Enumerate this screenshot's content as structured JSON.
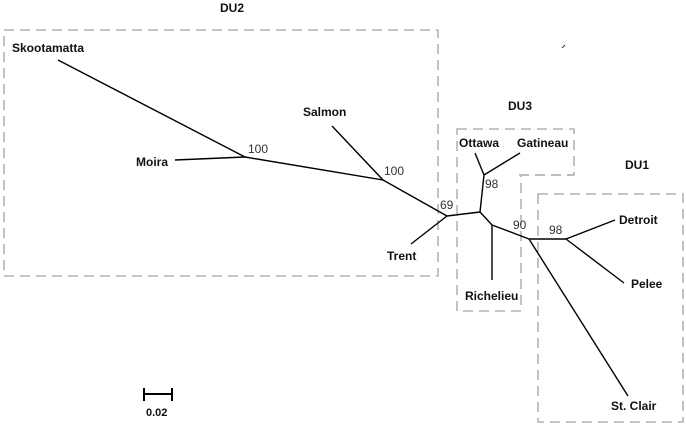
{
  "figure": {
    "type": "unrooted phylogenetic tree",
    "groups": [
      {
        "id": "du2",
        "label": "DU2"
      },
      {
        "id": "du3",
        "label": "DU3"
      },
      {
        "id": "du1",
        "label": "DU1"
      }
    ],
    "taxa": [
      {
        "id": "skootamatta",
        "label": "Skootamatta",
        "group": "DU2"
      },
      {
        "id": "moira",
        "label": "Moira",
        "group": "DU2"
      },
      {
        "id": "salmon",
        "label": "Salmon",
        "group": "DU2"
      },
      {
        "id": "trent",
        "label": "Trent",
        "group": "DU2"
      },
      {
        "id": "ottawa",
        "label": "Ottawa",
        "group": "DU3"
      },
      {
        "id": "gatineau",
        "label": "Gatineau",
        "group": "DU3"
      },
      {
        "id": "richelieu",
        "label": "Richelieu",
        "group": "DU3"
      },
      {
        "id": "detroit",
        "label": "Detroit",
        "group": "DU1"
      },
      {
        "id": "pelee",
        "label": "Pelee",
        "group": "DU1"
      },
      {
        "id": "stclair",
        "label": "St. Clair",
        "group": "DU1"
      }
    ],
    "bootstrap": [
      {
        "node": "skootamatta-moira",
        "value": "100"
      },
      {
        "node": "salmon",
        "value": "100"
      },
      {
        "node": "trent",
        "value": "69"
      },
      {
        "node": "ottawa-gatineau",
        "value": "98"
      },
      {
        "node": "du1-stem",
        "value": "90"
      },
      {
        "node": "detroit-pelee",
        "value": "98"
      }
    ],
    "scale_bar": {
      "label": "0.02"
    }
  }
}
